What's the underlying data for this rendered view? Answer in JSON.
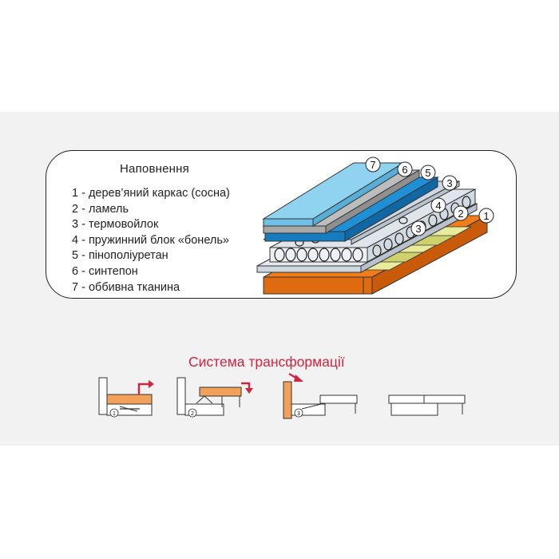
{
  "legend": {
    "title": "Наповнення",
    "items": [
      "1 - дерев’яний каркас (сосна)",
      "2 - ламель",
      "3 - термовойлок",
      "4 - пружинний блок «бонель»",
      "5 - пінополіуретан",
      "6 - синтепон",
      "7 - оббивна тканина"
    ]
  },
  "layer_callouts": [
    "7",
    "6",
    "5",
    "3",
    "4",
    "2",
    "1",
    "3"
  ],
  "transformation": {
    "title": "Система трансформації",
    "steps": [
      "1",
      "2",
      "3"
    ]
  },
  "colors": {
    "frame": "#f07d1a",
    "upholstery": "#8fd3f0",
    "foam": "#1f8fd6",
    "padding": "#a8a8a8",
    "felt": "#cfd8e0",
    "lamel": "#e8eb9a",
    "arrow": "#d2233f",
    "seat_step": "#f3a05a"
  }
}
